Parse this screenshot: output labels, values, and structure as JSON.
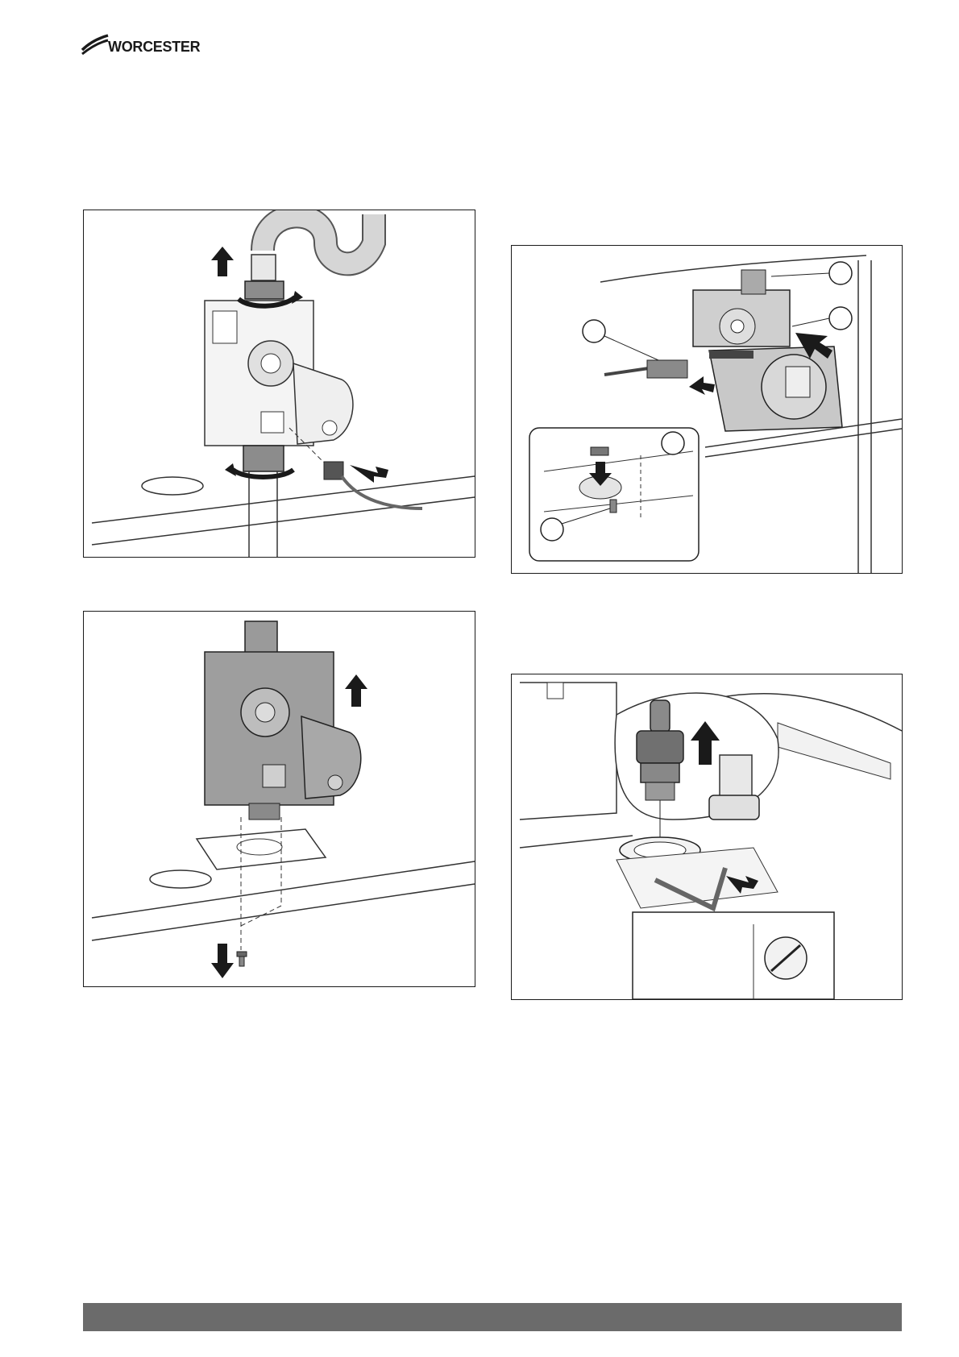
{
  "header": {
    "brand": "WORCESTER",
    "brand_color": "#1a1a1a",
    "logo_icon": "worcester-swoosh-icon"
  },
  "figures": [
    {
      "id": "gas-valve-disconnect",
      "icons": [
        "arrow-up-icon",
        "rotate-arrow-icon",
        "connector-icon",
        "arrow-right-icon"
      ]
    },
    {
      "id": "gas-valve-removal",
      "icons": [
        "arrow-up-icon",
        "arrow-down-icon",
        "screw-icon"
      ]
    },
    {
      "id": "pump-head-removal",
      "icons": [
        "callout-circle-icon",
        "arrow-icon",
        "inset-detail"
      ]
    },
    {
      "id": "air-vent-removal",
      "icons": [
        "arrow-up-icon",
        "clip-icon",
        "arrow-right-icon"
      ]
    }
  ],
  "footer": {
    "bar_color": "#6b6b6b"
  }
}
